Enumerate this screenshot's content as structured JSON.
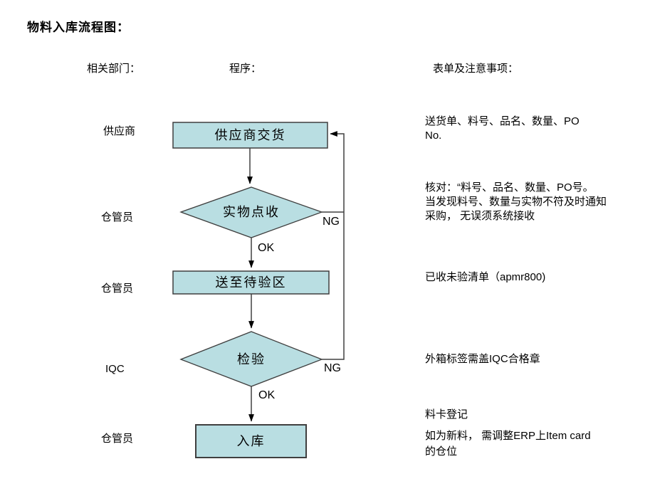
{
  "title": "物料入库流程图：",
  "headers": {
    "departments": "相关部门：",
    "procedure": "程序：",
    "notes": "表单及注意事项："
  },
  "flow": {
    "steps": [
      {
        "dept": "供应商",
        "shape": "rect",
        "label": "供应商交货"
      },
      {
        "dept": "仓管员",
        "shape": "diamond",
        "label": "实物点收",
        "ng": "NG",
        "ok": "OK"
      },
      {
        "dept": "仓管员",
        "shape": "rect",
        "label": "送至待验区"
      },
      {
        "dept": "IQC",
        "shape": "diamond",
        "label": "检验",
        "ng": "NG",
        "ok": "OK"
      },
      {
        "dept": "仓管员",
        "shape": "rect",
        "label": "入库"
      }
    ]
  },
  "notes": {
    "delivery": {
      "line1": "送货单、料号、品名、数量、PO",
      "line2": "No."
    },
    "check": {
      "line1": "核对：“料号、品名、数量、PO号。",
      "line2": "当发现料号、数量与实物不符及时通知",
      "line3": "采购， 无误须系统接收"
    },
    "received_list": "已收未验清单（apmr800)",
    "iqc_stamp": "外箱标签需盖IQC合格章",
    "card_register": "料卡登记",
    "new_item": {
      "line1": "如为新料， 需调整ERP上Item card",
      "line2": "的仓位"
    }
  },
  "colors": {
    "shape_fill": "#b9dee2",
    "shape_border": "#3f3f3f",
    "connector": "#404040",
    "arrow": "#000000",
    "background": "#ffffff",
    "text": "#000000"
  }
}
